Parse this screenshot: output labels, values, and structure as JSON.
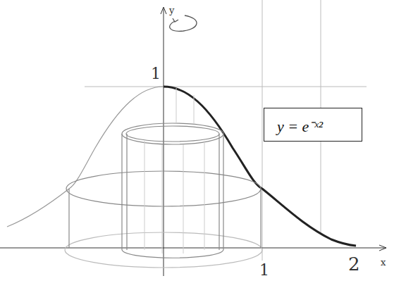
{
  "diagram": {
    "nodes": [
      {
        "text": [
          "y = e⁻ˣ²"
        ]
      }
    ],
    "labels": [
      "y",
      "x",
      "1",
      "1",
      "2"
    ]
  }
}
